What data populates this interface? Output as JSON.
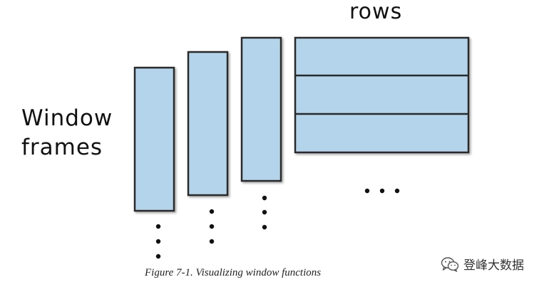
{
  "labels": {
    "rows": "rows",
    "frames_line1": "Window",
    "frames_line2": "frames"
  },
  "caption": "Figure 7-1. Visualizing window functions",
  "watermark": {
    "text": "登峰大数据",
    "icon": "wechat-logo-icon"
  },
  "diagram": {
    "window_frame_count": 3,
    "row_count": 3,
    "continuation_marker": "ellipsis-dots"
  },
  "colors": {
    "fill": "#b3d4ea",
    "stroke": "#2b2b2b",
    "dots": "#111111"
  }
}
